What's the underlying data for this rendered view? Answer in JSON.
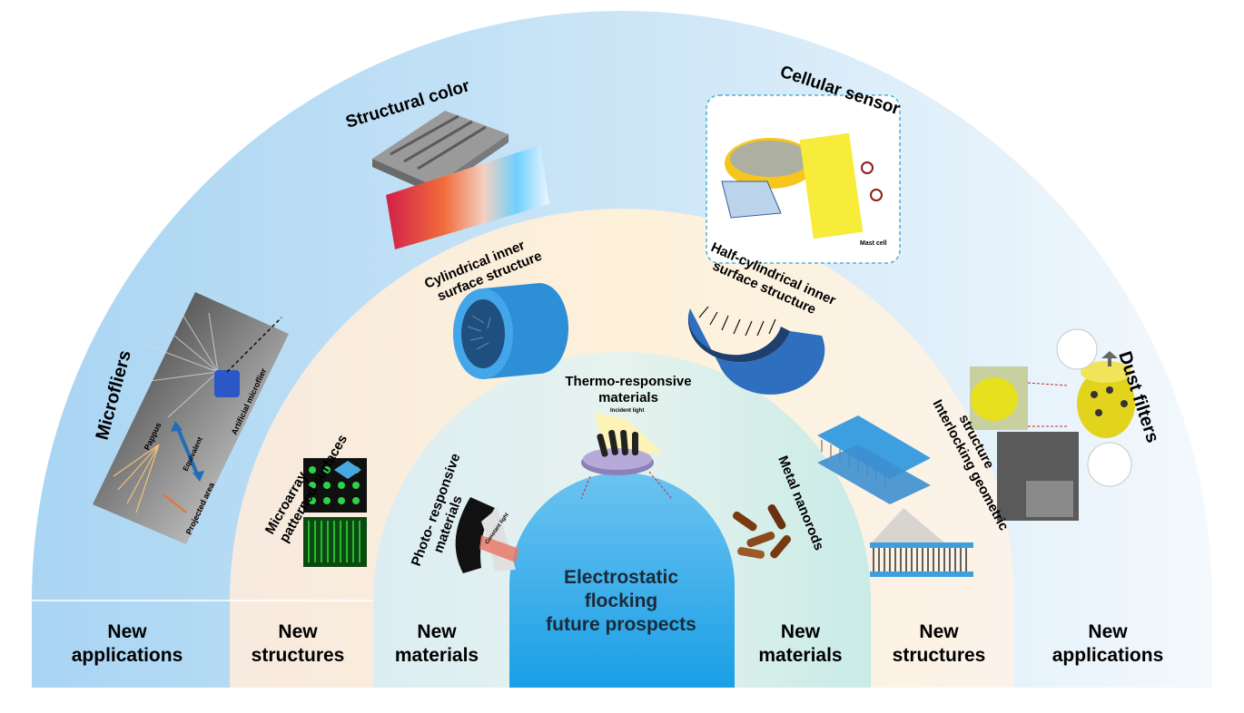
{
  "center": {
    "line1": "Electrostatic",
    "line2": "flocking",
    "line3": "future prospects"
  },
  "outer_ring": {
    "microfliers": "Microfliers",
    "structural_color": "Structural color",
    "cellular_sensor": "Cellular sensor",
    "dust_filters": "Dust filters",
    "microflier_fig": {
      "pappus": "Pappus",
      "equivalent": "Equivalent",
      "projected_area": "Projected area",
      "artificial_microflier": "Artificial microflier"
    },
    "sensor_fig": {
      "mast_cell": "Mast cell"
    }
  },
  "middle_ring": {
    "microarray": {
      "line1": "Microarray",
      "line2": "patterned surfaces"
    },
    "cylindrical": {
      "line1": "Cylindrical inner",
      "line2": "surface structure"
    },
    "half_cylindrical": {
      "line1": "Half-cylindrical inner",
      "line2": "surface structure"
    },
    "interlocking": {
      "line1": "Interlocking geometric",
      "line2": "structure"
    }
  },
  "inner_ring": {
    "photo": {
      "line1": "Photo- responsive",
      "line2": "materials"
    },
    "thermo": {
      "line1": "Thermo-responsive",
      "line2": "materials"
    },
    "metal": "Metal nanorods",
    "thermo_fig": {
      "incident_light": "Incident light"
    },
    "photo_fig": {
      "constant_light": "Constant light"
    }
  },
  "footer": [
    {
      "line1": "New",
      "line2": "applications"
    },
    {
      "line1": "New",
      "line2": "structures"
    },
    {
      "line1": "New",
      "line2": "materials"
    },
    {
      "line1": "New",
      "line2": "materials"
    },
    {
      "line1": "New",
      "line2": "structures"
    },
    {
      "line1": "New",
      "line2": "applications"
    }
  ],
  "colors": {
    "outer_ring": "#b9dcf4",
    "middle_ring": "#fbeedd",
    "inner_ring": "#d3ebf0",
    "center": "#2aa5e8",
    "accent_blue": "#2f7fcf"
  }
}
